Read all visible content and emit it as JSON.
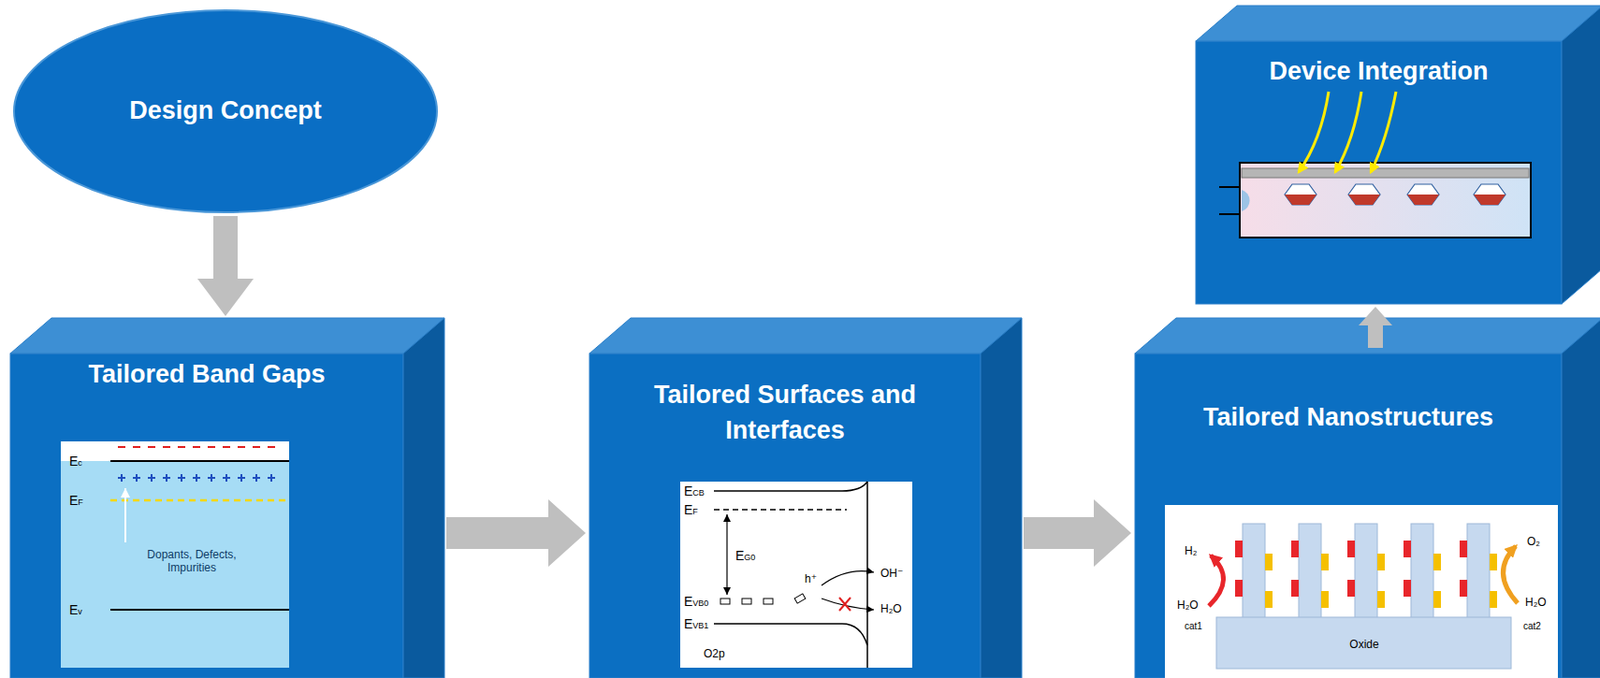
{
  "diagram": {
    "nodes": [
      {
        "text": [
          "Design Concept"
        ]
      },
      {
        "text": [
          "Tailored Band Gaps"
        ]
      },
      {
        "text": [
          "Tailored Surfaces and Interfaces"
        ]
      },
      {
        "text": [
          "Tailored Nanostructures"
        ]
      },
      {
        "text": [
          "Device Integration"
        ]
      }
    ],
    "edges": [
      {
        "from": 0,
        "to": 1,
        "arrow": "to"
      },
      {
        "from": 1,
        "to": 2,
        "arrow": "to"
      },
      {
        "from": 2,
        "to": 3,
        "arrow": "to"
      },
      {
        "from": 3,
        "to": 4,
        "arrow": "to"
      }
    ],
    "labels": [
      "Ec",
      "EF",
      "Dopants, Defects, Impurities",
      "Ev",
      "ECB",
      "EF",
      "EG0",
      "h⁺",
      "OH⁻",
      "H₂O",
      "EVB0",
      "EVB1",
      "O2p",
      "H₂",
      "H₂O",
      "cat1",
      "O₂",
      "H₂O",
      "cat2",
      "Oxide"
    ]
  }
}
